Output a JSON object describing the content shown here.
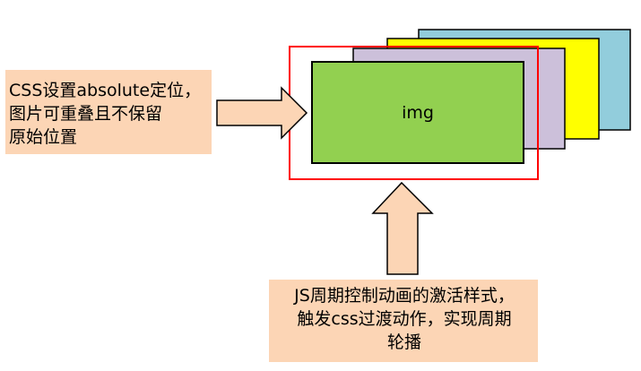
{
  "slides": {
    "front_label": "img",
    "colors": {
      "back": "#92cddc",
      "third": "#ffff00",
      "second": "#ccc0da",
      "front": "#92d050",
      "active_frame": "#ff0000",
      "arrow_fill": "#fcd5b5",
      "note_fill": "#fcd5b5"
    }
  },
  "notes": {
    "left": {
      "lines": [
        "CSS设置absolute定位，",
        "图片可重叠且不保留",
        "原始位置"
      ]
    },
    "bottom": {
      "lines": [
        "JS周期控制动画的激活样式，",
        "触发css过渡动作，实现周期",
        "轮播"
      ]
    }
  }
}
